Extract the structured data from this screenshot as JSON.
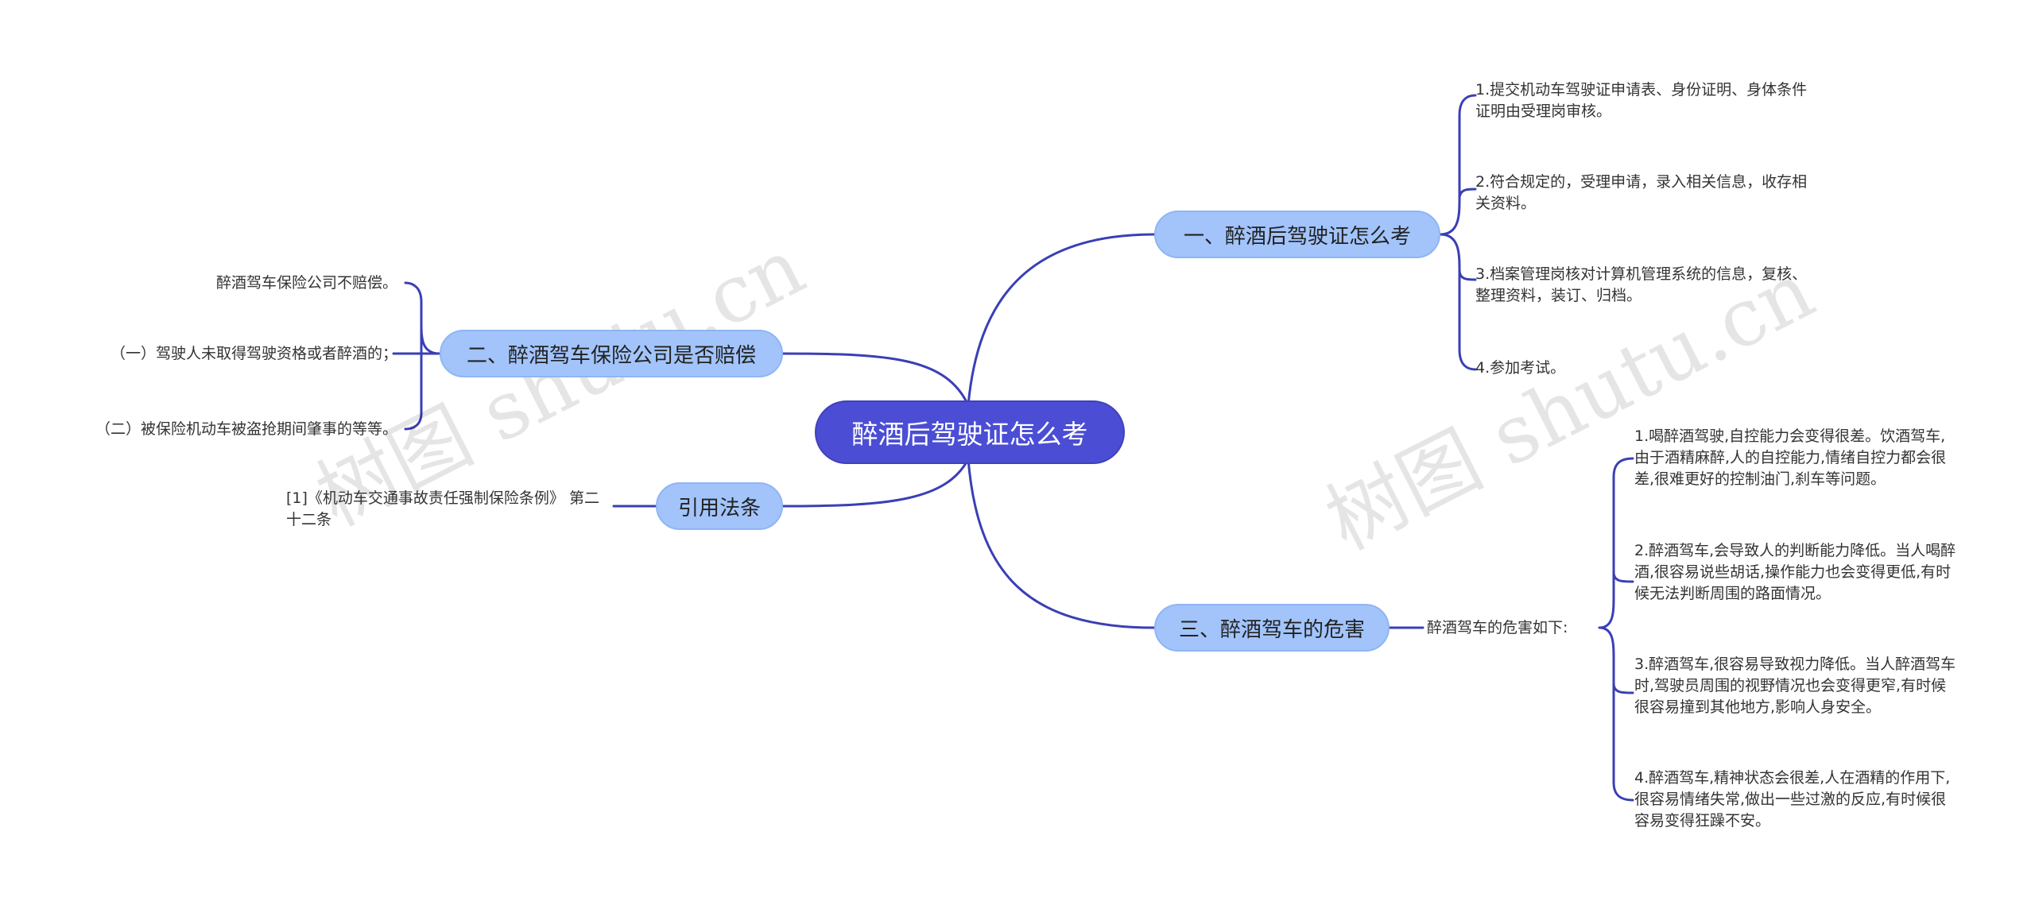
{
  "root": {
    "label": "醉酒后驾驶证怎么考"
  },
  "branches": {
    "b1": {
      "label": "一、醉酒后驾驶证怎么考",
      "items": [
        "1.提交机动车驾驶证申请表、身份证明、身体条件证明由受理岗审核。",
        "2.符合规定的，受理申请，录入相关信息，收存相关资料。",
        "3.档案管理岗核对计算机管理系统的信息，复核、整理资料，装订、归档。",
        "4.参加考试。"
      ]
    },
    "b2": {
      "label": "二、醉酒驾车保险公司是否赔偿",
      "items": [
        "醉酒驾车保险公司不赔偿。",
        "（一）驾驶人未取得驾驶资格或者醉酒的；",
        "（二）被保险机动车被盗抢期间肇事的等等。"
      ]
    },
    "b3": {
      "label": "三、醉酒驾车的危害",
      "sub_label": "醉酒驾车的危害如下:",
      "items": [
        "1.喝醉酒驾驶,自控能力会变得很差。饮酒驾车,由于酒精麻醉,人的自控能力,情绪自控力都会很差,很难更好的控制油门,刹车等问题。",
        "2.醉酒驾车,会导致人的判断能力降低。当人喝醉酒,很容易说些胡话,操作能力也会变得更低,有时候无法判断周围的路面情况。",
        "3.醉酒驾车,很容易导致视力降低。当人醉酒驾车时,驾驶员周围的视野情况也会变得更窄,有时候很容易撞到其他地方,影响人身安全。",
        "4.醉酒驾车,精神状态会很差,人在酒精的作用下,很容易情绪失常,做出一些过激的反应,有时候很容易变得狂躁不安。"
      ]
    },
    "b4": {
      "label": "引用法条",
      "items": [
        "[1]《机动车交通事故责任强制保险条例》 第二十二条"
      ]
    }
  },
  "watermarks": [
    "树图 shutu.cn",
    "树图 shutu.cn"
  ],
  "colors": {
    "root_fill": "#4b4ed4",
    "branch_fill": "#a2c4fb",
    "link": "#3a3fb5"
  }
}
